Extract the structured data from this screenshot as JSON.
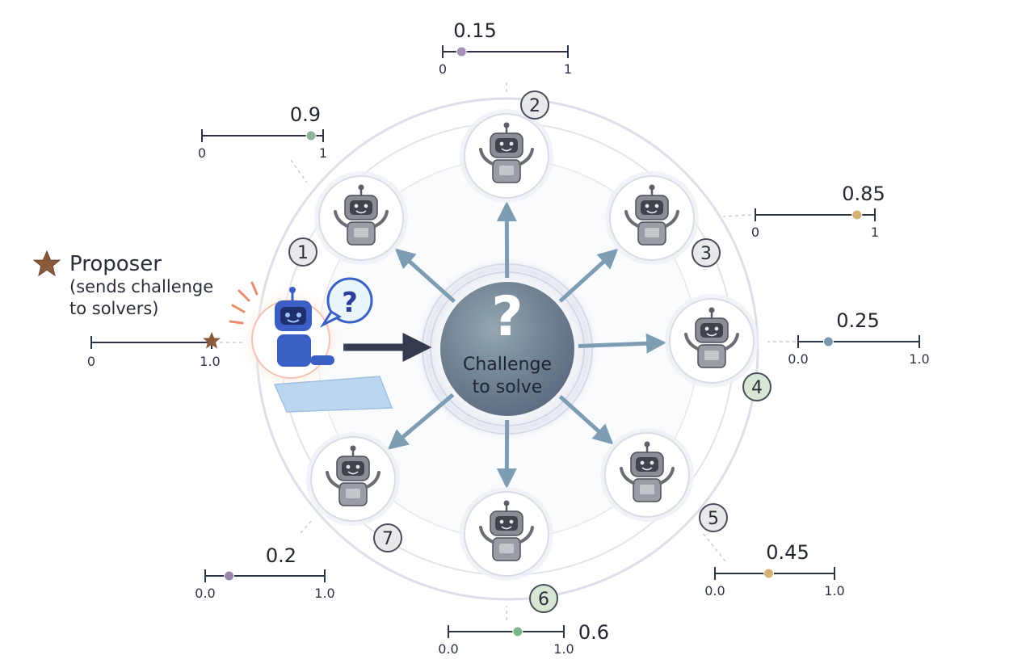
{
  "proposer": {
    "title": "Proposer",
    "subtitle_line1": "(sends challenge",
    "subtitle_line2": "to solvers)",
    "score": {
      "value": 1.0,
      "min_label": "0",
      "max_label": "1.0",
      "value_label": ""
    }
  },
  "center": {
    "symbol": "?",
    "line1": "Challenge",
    "line2": "to solve"
  },
  "speech_bubble": "?",
  "solvers": [
    {
      "number": "1",
      "value": 0.9,
      "value_label": "0.9",
      "min_label": "0",
      "max_label": "1",
      "dot_color": "#8fb39a",
      "badge_color": "#e9e9ec"
    },
    {
      "number": "2",
      "value": 0.15,
      "value_label": "0.15",
      "min_label": "0",
      "max_label": "1",
      "dot_color": "#a58fb3",
      "badge_color": "#e9e9ec"
    },
    {
      "number": "3",
      "value": 0.85,
      "value_label": "0.85",
      "min_label": "0",
      "max_label": "1",
      "dot_color": "#d4b276",
      "badge_color": "#e9e9ec"
    },
    {
      "number": "4",
      "value": 0.25,
      "value_label": "0.25",
      "min_label": "0.0",
      "max_label": "1.0",
      "dot_color": "#7a99b0",
      "badge_color": "#d8e6d6"
    },
    {
      "number": "5",
      "value": 0.45,
      "value_label": "0.45",
      "min_label": "0.0",
      "max_label": "1.0",
      "dot_color": "#d4b276",
      "badge_color": "#e9e9ec"
    },
    {
      "number": "6",
      "value": 0.6,
      "value_label": "0.6",
      "min_label": "0.0",
      "max_label": "1.0",
      "dot_color": "#7fb58e",
      "badge_color": "#d8e6d6"
    },
    {
      "number": "7",
      "value": 0.2,
      "value_label": "0.2",
      "min_label": "0.0",
      "max_label": "1.0",
      "dot_color": "#9a85aa",
      "badge_color": "#e9e9ec"
    }
  ],
  "colors": {
    "arrow": "#7d9db3",
    "proposer_arrow": "#343b4e",
    "center_fill": "#6f8091",
    "proposer_robot": "#3b5fc4",
    "proposer_glow": "#f4a38c",
    "star": "#8a5a3c",
    "ring": "#d5d8e3"
  },
  "icons": {
    "proposer": "star-icon",
    "center": "question-icon",
    "solver_robot": "robot-icon"
  }
}
